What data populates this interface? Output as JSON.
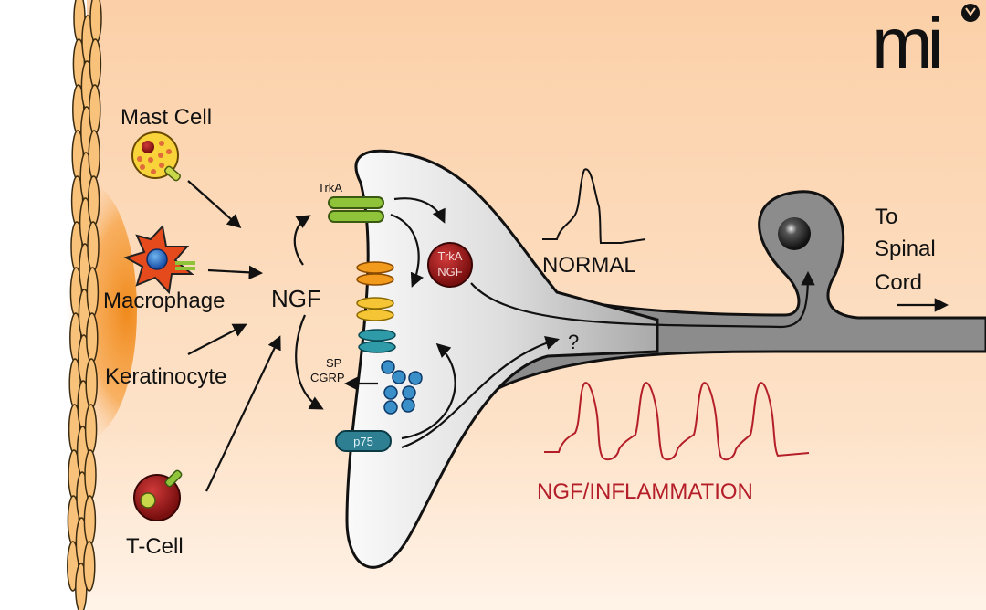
{
  "diagram": {
    "title": "NGF signaling in nociceptor sensitization",
    "logo": "mi",
    "cells": {
      "mast_cell": "Mast Cell",
      "macrophage": "Macrophage",
      "keratinocyte": "Keratinocyte",
      "t_cell": "T-Cell"
    },
    "mediator": "NGF",
    "receptors": {
      "trka": "TrkA",
      "complex_line1": "TrkA",
      "complex_line2": "NGF",
      "p75": "p75"
    },
    "neuropeptides": {
      "sp": "SP",
      "cgrp": "CGRP"
    },
    "unknown_marker": "?",
    "destination": {
      "line1": "To",
      "line2": "Spinal",
      "line3": "Cord"
    },
    "traces": {
      "normal": "NORMAL",
      "inflammation": "NGF/INFLAMMATION"
    },
    "colors": {
      "background_tissue": "#fbd2ad",
      "neuron_terminal": "#d8d8d8",
      "axon": "#8a8a8a",
      "inflammation_trace": "#b41e28",
      "trka_green": "#8fc43a",
      "p75_teal": "#2f7f93",
      "vesicle_blue": "#3b8fc9",
      "complex_red": "#a51c1c"
    }
  }
}
